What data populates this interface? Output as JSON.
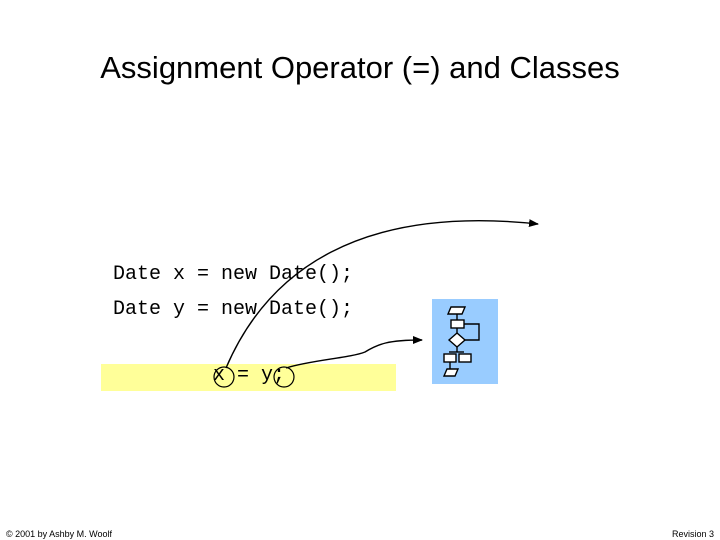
{
  "slide": {
    "title": "Assignment Operator (=) and Classes",
    "code_line_1": "Date x = new Date();",
    "code_line_2": "Date y = new Date();",
    "assignment": "x = y;"
  },
  "footer": {
    "copyright": "© 2001 by Ashby M. Woolf",
    "revision": "Revision 3"
  },
  "colors": {
    "highlight": "#ffff99",
    "icon_background": "#99ccff"
  },
  "icons": [
    "flowchart-icon",
    "circle-x-marker",
    "circle-y-marker",
    "arrow-x-to-object",
    "arrow-y-to-object"
  ]
}
